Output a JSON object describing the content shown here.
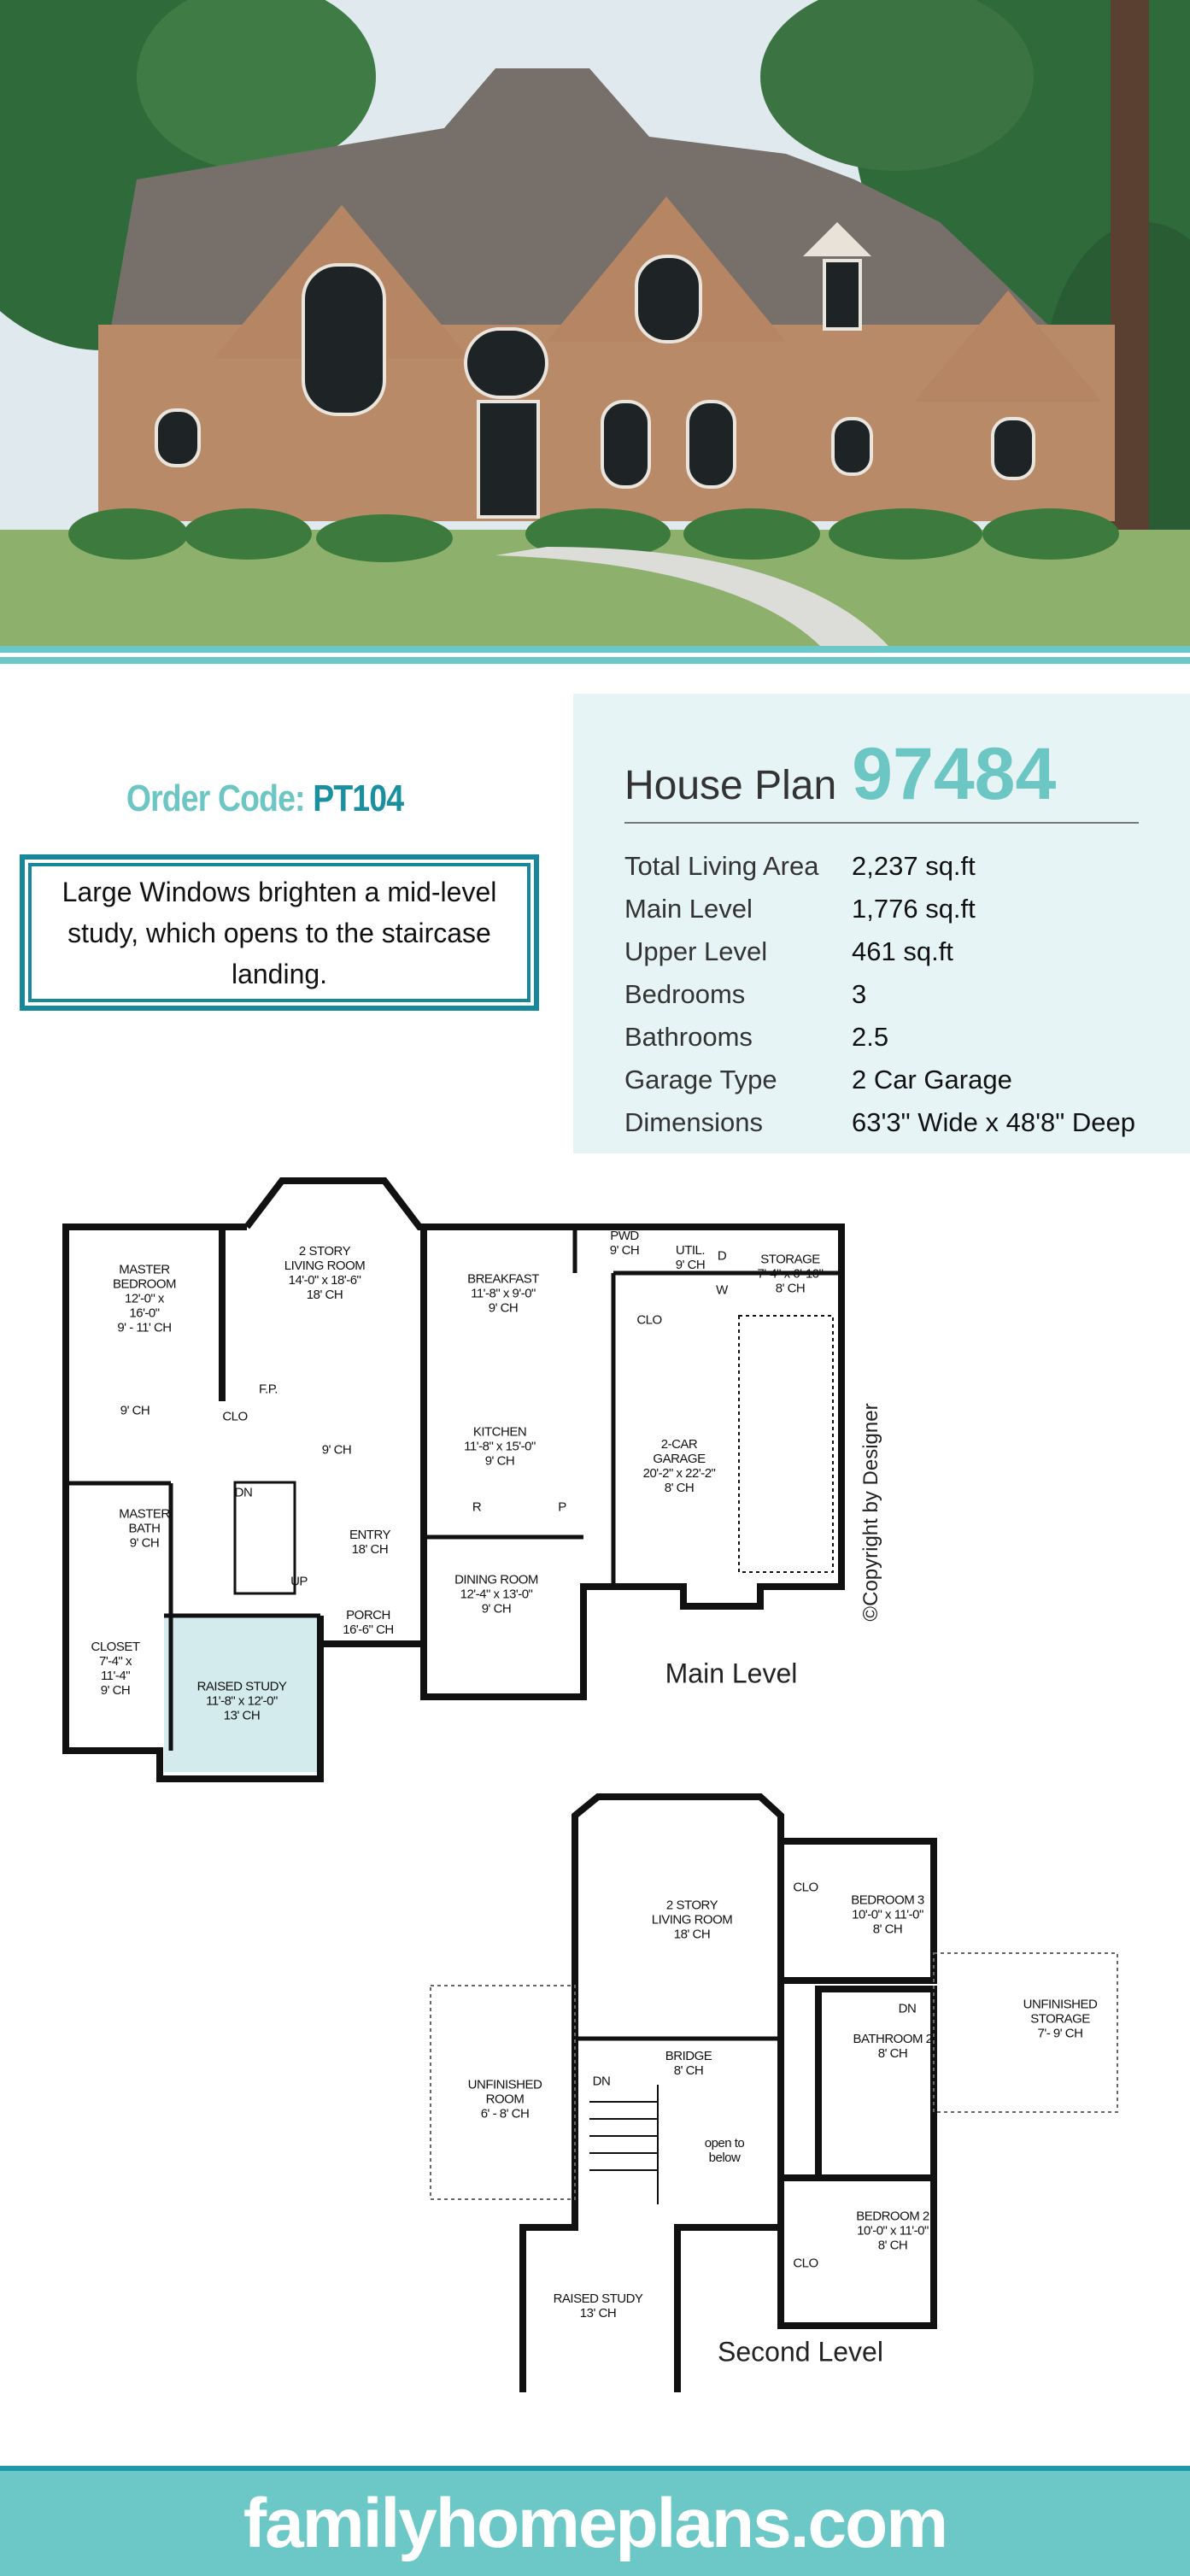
{
  "colors": {
    "teal_light": "#6cc8c6",
    "teal_dark": "#17879a",
    "panel_bg": "#e6f4f5"
  },
  "order": {
    "label": "Order Code:",
    "code": "PT104"
  },
  "description": "Large Windows brighten a mid-level study, which opens to the staircase landing.",
  "plan": {
    "title": "House Plan",
    "number": "97484",
    "specs": [
      {
        "label": "Total Living Area",
        "value": "2,237 sq.ft"
      },
      {
        "label": "Main Level",
        "value": "1,776 sq.ft"
      },
      {
        "label": "Upper Level",
        "value": "461 sq.ft"
      },
      {
        "label": "Bedrooms",
        "value": "3"
      },
      {
        "label": "Bathrooms",
        "value": "2.5"
      },
      {
        "label": "Garage Type",
        "value": "2 Car Garage"
      },
      {
        "label": "Dimensions",
        "value": "63'3\" Wide x 48'8\" Deep"
      }
    ]
  },
  "main_level": {
    "label": "Main Level",
    "copyright": "©Copyright by Designer",
    "rooms": {
      "master_bedroom": "MASTER\nBEDROOM\n12'-0\" x\n16'-0\"\n9' - 11' CH",
      "living_room": "2 STORY\nLIVING ROOM\n14'-0\" x 18'-6\"\n18' CH",
      "breakfast": "BREAKFAST\n11'-8\" x 9'-0\"\n9' CH",
      "pwd": "PWD\n9' CH",
      "util": "UTIL.\n9' CH",
      "storage": "STORAGE\n7'-4\" x 6'-10\"\n8' CH",
      "clo_util": "CLO",
      "fp": "F.P.",
      "clo_hall": "CLO",
      "hall_left": "9' CH",
      "hall_center": "9' CH",
      "kitchen": "KITCHEN\n11'-8\" x 15'-0\"\n9' CH",
      "garage": "2-CAR\nGARAGE\n20'-2\" x 22'-2\"\n8' CH",
      "dn": "DN",
      "master_bath": "MASTER\nBATH\n9' CH",
      "r": "R",
      "p": "P",
      "entry": "ENTRY\n18' CH",
      "up": "UP",
      "porch": "PORCH\n16'-6\" CH",
      "dining": "DINING ROOM\n12'-4\" x 13'-0\"\n9' CH",
      "closet": "CLOSET\n7'-4\" x\n11'-4\"\n9' CH",
      "raised_study": "RAISED STUDY\n11'-8\" x 12'-0\"\n13' CH",
      "w": "W",
      "d": "D"
    }
  },
  "second_level": {
    "label": "Second Level",
    "rooms": {
      "living_room": "2 STORY\nLIVING ROOM\n18' CH",
      "bedroom3": "BEDROOM 3\n10'-0\" x 11'-0\"\n8' CH",
      "clo_top": "CLO",
      "unfinished_storage": "UNFINISHED\nSTORAGE\n7'- 9' CH",
      "dn_right": "DN",
      "bridge": "BRIDGE\n8' CH",
      "bathroom2": "BATHROOM 2\n8' CH",
      "unfinished_room": "UNFINISHED\nROOM\n6' - 8' CH",
      "dn_left": "DN",
      "open_below": "open to\nbelow",
      "bedroom2": "BEDROOM 2\n10'-0\" x 11'-0\"\n8' CH",
      "clo_bottom": "CLO",
      "raised_study": "RAISED STUDY\n13' CH"
    }
  },
  "footer": {
    "site": "familyhomeplans.com"
  }
}
